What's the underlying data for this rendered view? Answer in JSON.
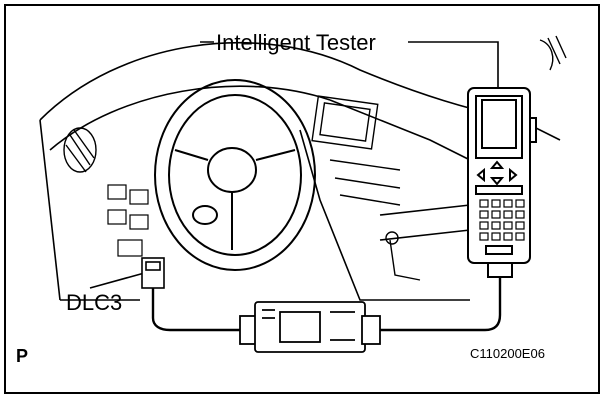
{
  "labels": {
    "tester": "Intelligent Tester",
    "dlc": "DLC3",
    "corner": "P",
    "figure_code": "C110200E06"
  },
  "colors": {
    "line": "#000000",
    "background": "#ffffff",
    "screen_fill": "#ffffff",
    "device_fill": "#ffffff"
  }
}
